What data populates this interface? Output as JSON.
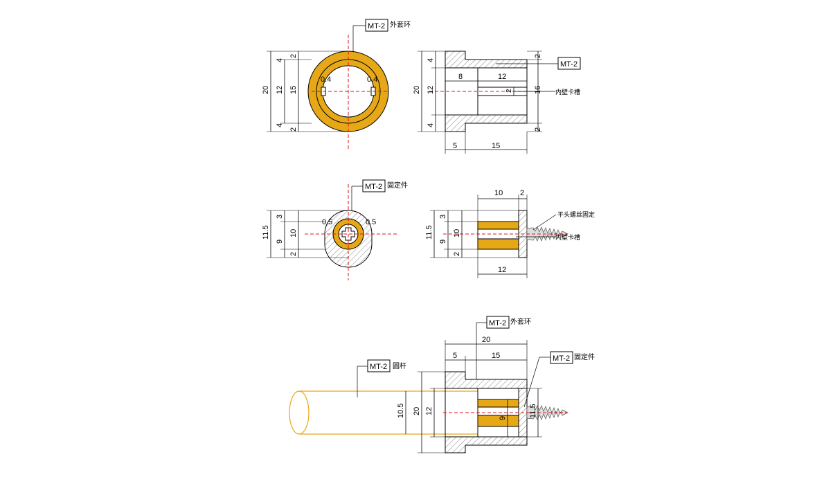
{
  "colors": {
    "gold": "#e6a817",
    "hatch": "#888888",
    "centerline": "#e0151b",
    "rod_outline": "#e6a817"
  },
  "tags": {
    "material": "MT-2",
    "outer_ring": "外套环",
    "fixing_part": "固定件",
    "rod": "圆杆",
    "inner_wall_groove": "内壁卡槽",
    "flat_head_screw": "平头螺丝固定",
    "groove_label_2": "卡槽"
  },
  "view1": {
    "dims_left": [
      "20",
      "12",
      "15",
      "4",
      "2",
      "4",
      "2"
    ],
    "notch": "0.4"
  },
  "view2": {
    "dims_left": [
      "20",
      "12",
      "4",
      "4"
    ],
    "dims_right": [
      "2",
      "16",
      "2"
    ],
    "dims_top": [
      "8",
      "12"
    ],
    "dims_bottom": [
      "5",
      "15"
    ],
    "groove_dim": "2"
  },
  "view3": {
    "dims_left": [
      "11.5",
      "10",
      "3",
      "9",
      "2"
    ],
    "notch": "0.5"
  },
  "view4": {
    "dims_top": [
      "10",
      "2"
    ],
    "dims_left": [
      "11.5",
      "10",
      "3",
      "9",
      "2"
    ],
    "dims_bottom": [
      "12"
    ]
  },
  "view5": {
    "dims_top": [
      "20",
      "5",
      "15"
    ],
    "dims_left": [
      "10.5",
      "20",
      "12"
    ],
    "dims_right": [
      "9",
      "11.5"
    ]
  }
}
